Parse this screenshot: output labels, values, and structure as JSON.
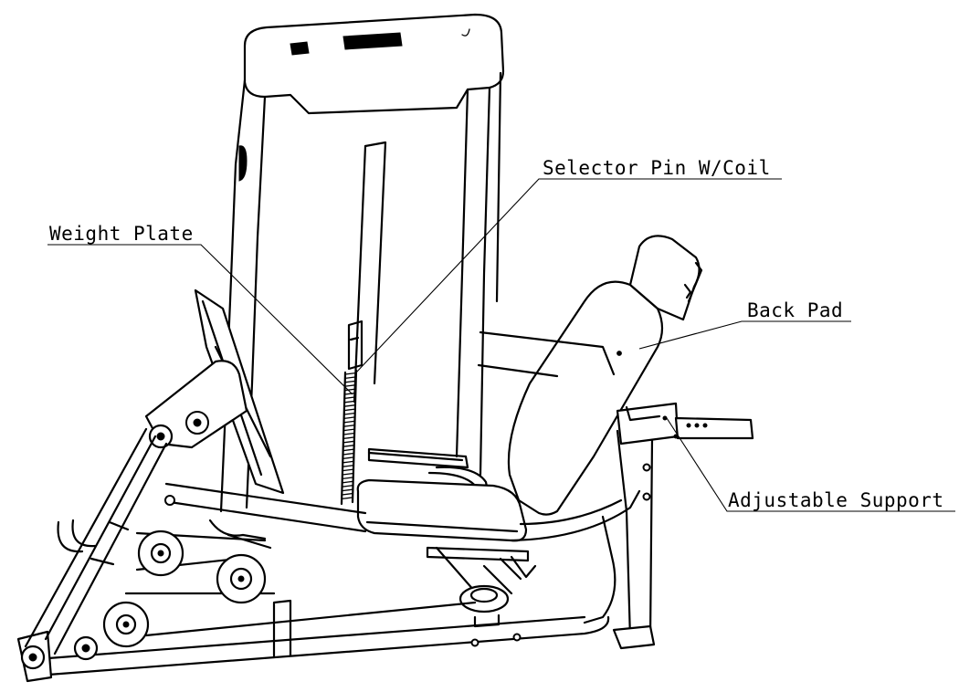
{
  "labels": {
    "selector_pin": "Selector Pin W/Coil",
    "weight_plate": "Weight Plate",
    "back_pad": "Back Pad",
    "adjustable_support": "Adjustable Support"
  }
}
